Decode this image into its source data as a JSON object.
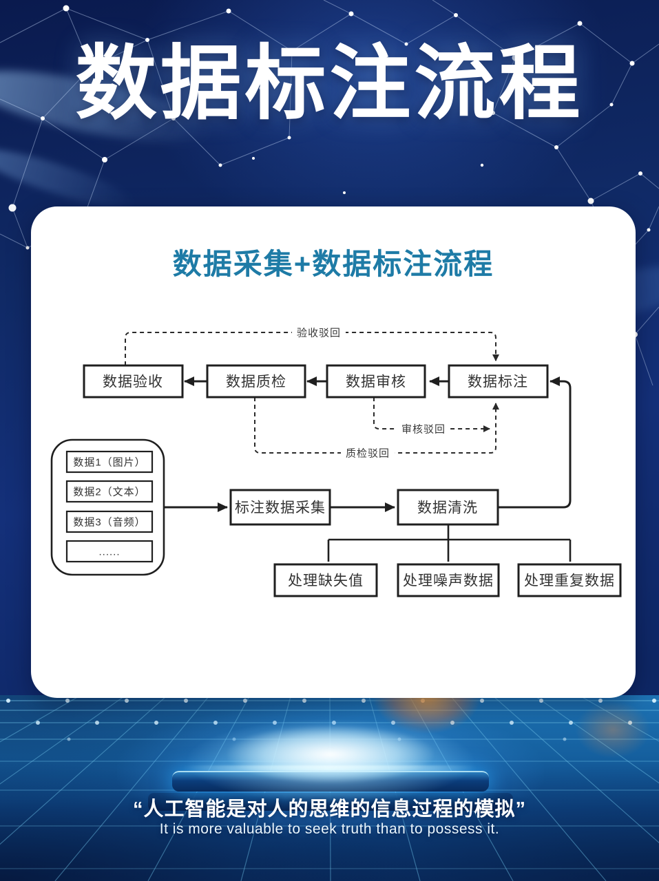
{
  "poster": {
    "main_title": "数据标注流程",
    "card": {
      "title": "数据采集+数据标注流程",
      "top_flow": {
        "boxes": [
          {
            "label": "数据验收"
          },
          {
            "label": "数据质检"
          },
          {
            "label": "数据审核"
          },
          {
            "label": "数据标注"
          }
        ],
        "reject_labels": {
          "acceptance_reject": "验收驳回",
          "review_reject": "审核驳回",
          "qc_reject": "质检驳回"
        }
      },
      "source_group": {
        "items": [
          "数据1（图片）",
          "数据2（文本）",
          "数据3（音频）",
          "......"
        ]
      },
      "mid_flow": {
        "collect": "标注数据采集",
        "clean": "数据清洗"
      },
      "clean_steps": [
        "处理缺失值",
        "处理噪声数据",
        "处理重复数据"
      ]
    },
    "footer": {
      "quote_cn": "“人工智能是对人的思维的信息过程的模拟”",
      "quote_en": "It is more valuable to seek truth than to possess it."
    },
    "colors": {
      "card_title": "#1e7ba6",
      "flow_line": "#1f1f1f",
      "bg_top": "#0d2a6a",
      "bg_bottom": "#15609f",
      "accent_orange": "#ff9a3c"
    }
  }
}
